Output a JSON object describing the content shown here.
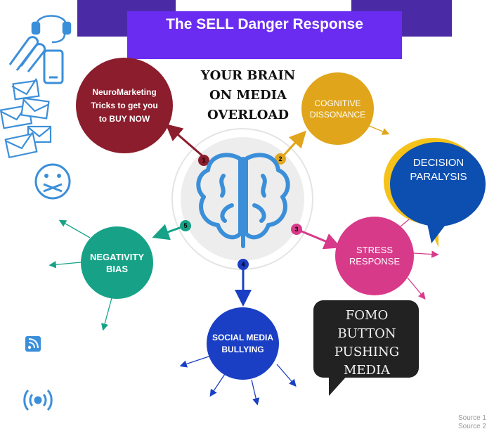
{
  "title": "The SELL Danger Response",
  "heading": [
    "YOUR BRAIN",
    "ON MEDIA",
    "OVERLOAD"
  ],
  "nodes": {
    "neuromarketing": [
      "NeuroMarketing",
      "Tricks to get you",
      "to BUY NOW"
    ],
    "cognitive": [
      "COGNITIVE",
      "DISSONANCE"
    ],
    "decision": [
      "DECISION",
      "PARALYSIS"
    ],
    "stress": [
      "STRESS",
      "RESPONSE"
    ],
    "fomo": [
      "FOMO",
      "BUTTON",
      "PUSHING",
      "MEDIA"
    ],
    "social": [
      "SOCIAL MEDIA",
      "BULLYING"
    ],
    "negativity": [
      "NEGATIVITY",
      "BIAS"
    ]
  },
  "markers": [
    "1",
    "2",
    "3",
    "4",
    "5"
  ],
  "sources": [
    "Source 1",
    "Source 2"
  ],
  "colors": {
    "banner": "#6a2cf0",
    "neuromarketing": "#8b1d2c",
    "cognitive": "#e0a51b",
    "stress": "#d83a8a",
    "social": "#1a3fc4",
    "negativity": "#17a287",
    "decision": "#0d4fb0",
    "fomo": "#222222",
    "icons": "#3b8fd9"
  },
  "icons": [
    "headset-icon",
    "paperclip-icon",
    "smartphone-icon",
    "envelope-icon",
    "gagged-face-icon",
    "rss-icon",
    "wireless-broadcast-icon",
    "brain-icon"
  ]
}
